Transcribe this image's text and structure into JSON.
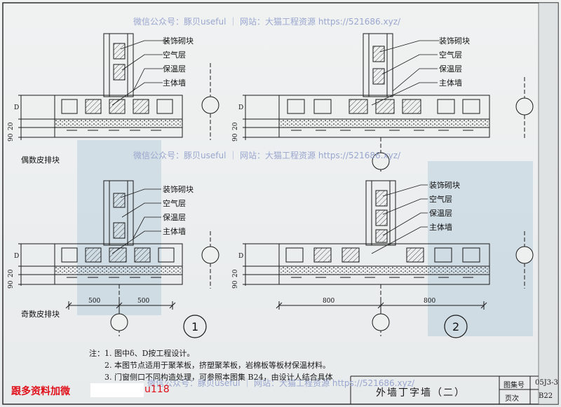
{
  "watermark": {
    "top": "微信公众号：豚贝useful ｜ 网站：大猫工程资源 https://521686.xyz/",
    "middle": "微信公众号：豚贝useful ｜ 网站：大猫工程资源 https://521686.xyz/",
    "bottom": "微信公众号：豚贝useful ｜ 网站：大猫工程资源 https://521686.xyz/"
  },
  "layer_labels": [
    "装饰砌块",
    "空气层",
    "保温层",
    "主体墙"
  ],
  "captions": {
    "even": "偶数皮排块",
    "odd": "奇数皮排块"
  },
  "dimensions": {
    "left_width_a": "500",
    "left_width_b": "500",
    "right_width_a": "800",
    "right_width_b": "800",
    "d": "D",
    "t20": "20",
    "t90": "90"
  },
  "detail_numbers": [
    "1",
    "2"
  ],
  "notes": [
    "注：1. 图中δ、D按工程设计。",
    "2. 本图节点适用于聚苯板，挤塑聚苯板，岩棉板等板材保温材料。",
    "3. 门窗侧口不同构造处理，可参照本图集 B24，由设计人结合具体"
  ],
  "ad": {
    "red_text": "跟多资料加微",
    "id_text": "u118"
  },
  "title_block": {
    "title": "外墙丁字墙（二）",
    "atlas_label": "图集号",
    "atlas_value": "05J3-3",
    "page_label": "页次",
    "page_value": "B22"
  },
  "colors": {
    "line": "#1a1a1a",
    "watermark": "#9aa6cf",
    "ad_red": "#e0101a",
    "background": "#eceeee"
  }
}
